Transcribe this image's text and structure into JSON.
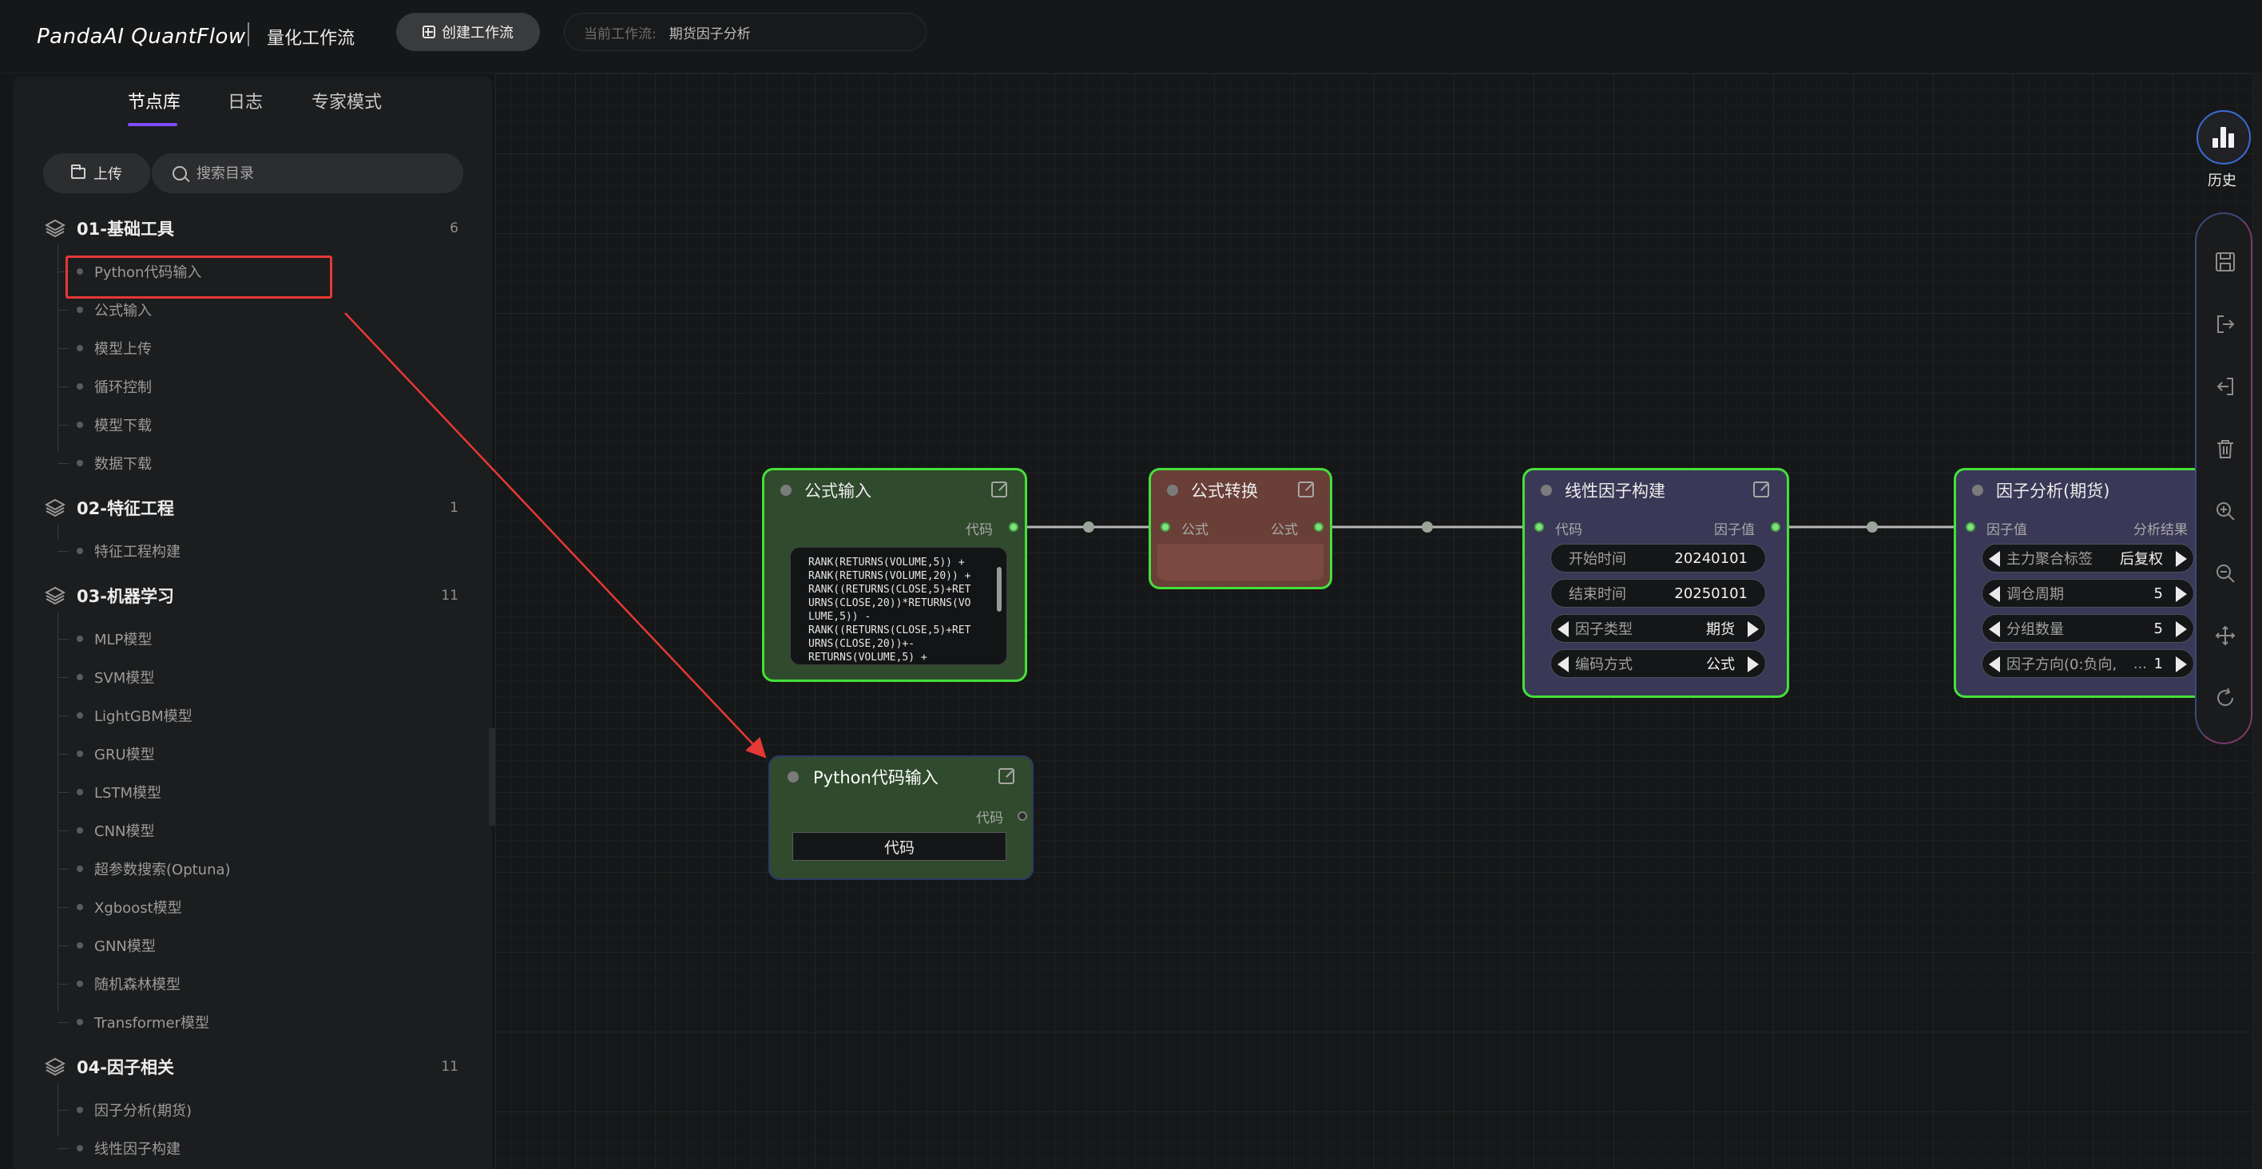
{
  "header": {
    "brand": "PandaAI QuantFlow",
    "subtitle": "量化工作流",
    "create_label": "创建工作流",
    "current_flow_label": "当前工作流:",
    "current_flow_value": "期货因子分析"
  },
  "sidebar": {
    "tabs": [
      "节点库",
      "日志",
      "专家模式"
    ],
    "active_tab": 0,
    "upload_label": "上传",
    "search_placeholder": "搜索目录",
    "categories": [
      {
        "name": "01-基础工具",
        "count": "6",
        "items": [
          "Python代码输入",
          "公式输入",
          "模型上传",
          "循环控制",
          "模型下载",
          "数据下载"
        ]
      },
      {
        "name": "02-特征工程",
        "count": "1",
        "items": [
          "特征工程构建"
        ]
      },
      {
        "name": "03-机器学习",
        "count": "11",
        "items": [
          "MLP模型",
          "SVM模型",
          "LightGBM模型",
          "GRU模型",
          "LSTM模型",
          "CNN模型",
          "超参数搜索(Optuna)",
          "Xgboost模型",
          "GNN模型",
          "随机森林模型",
          "Transformer模型"
        ]
      },
      {
        "name": "04-因子相关",
        "count": "11",
        "items": [
          "因子分析(期货)",
          "线性因子构建"
        ]
      }
    ]
  },
  "nodes": {
    "formula_input": {
      "title": "公式输入",
      "out_label": "代码",
      "code": "RANK(RETURNS(VOLUME,5)) +\nRANK(RETURNS(VOLUME,20)) +\nRANK((RETURNS(CLOSE,5)+RET\nURNS(CLOSE,20))*RETURNS(VO\nLUME,5)) -\nRANK((RETURNS(CLOSE,5)+RET\nURNS(CLOSE,20))+-\nRETURNS(VOLUME,5) +"
    },
    "formula_convert": {
      "title": "公式转换",
      "in_label": "公式",
      "out_label": "公式"
    },
    "linear_factor": {
      "title": "线性因子构建",
      "in_label": "代码",
      "out_label": "因子值",
      "start_label": "开始时间",
      "start_value": "20240101",
      "end_label": "结束时间",
      "end_value": "20250101",
      "type_label": "因子类型",
      "type_value": "期货",
      "encoding_label": "编码方式",
      "encoding_value": "公式"
    },
    "factor_analysis": {
      "title": "因子分析(期货)",
      "in_label": "因子值",
      "out_label": "分析结果",
      "tag_label": "主力聚合标签",
      "tag_value": "后复权",
      "period_label": "调仓周期",
      "period_value": "5",
      "groups_label": "分组数量",
      "groups_value": "5",
      "direction_label": "因子方向(0:负向,",
      "direction_ellipsis": "...",
      "direction_value": "1"
    },
    "python_input": {
      "title": "Python代码输入",
      "out_label": "代码",
      "button_label": "代码"
    }
  },
  "toolbar": {
    "history_label": "历史",
    "tools": [
      "save-icon",
      "export-icon",
      "import-icon",
      "trash-icon",
      "zoom-in-icon",
      "zoom-out-icon",
      "move-icon",
      "refresh-icon"
    ]
  },
  "colors": {
    "accent": "#7c4dff",
    "selected_border": "#44e03a",
    "highlight_red": "#e53935",
    "node_green": "#2f4a2c",
    "node_brown": "#6a3f37",
    "node_purple": "#3a3856"
  }
}
